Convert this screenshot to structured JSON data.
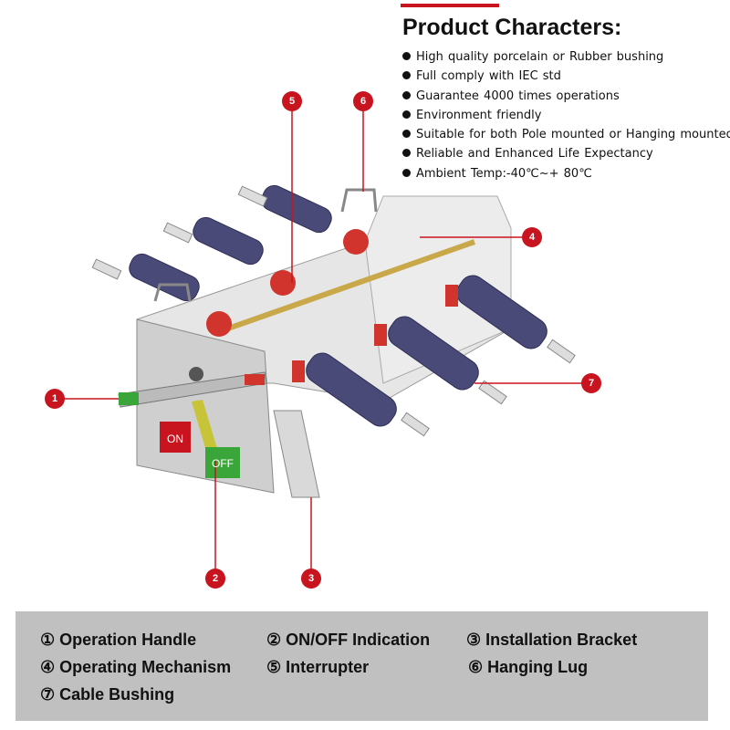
{
  "characteristics": {
    "title": "Product Characters:",
    "items": [
      "High quality porcelain or Rubber bushing",
      "Full comply with IEC std",
      "Guarantee 4000 times operations",
      "Environment  friendly",
      "Suitable for both Pole mounted or Hanging mounted",
      "Reliable and Enhanced Life Expectancy",
      "Ambient  Temp:-40℃~+ 80℃"
    ]
  },
  "diagram": {
    "indicator_on": "ON",
    "indicator_off": "OFF",
    "callouts": [
      "1",
      "2",
      "3",
      "4",
      "5",
      "6",
      "7"
    ],
    "colors": {
      "callout": "#c8141e",
      "bushing": "#4a4a78",
      "frame": "#d8d8d8",
      "on": "#c8141e",
      "off": "#3aa63a"
    }
  },
  "legend": {
    "items": [
      "① Operation Handle",
      "② ON/OFF Indication",
      "③ Installation Bracket",
      "④ Operating Mechanism",
      "⑤ Interrupter",
      "⑥ Hanging Lug",
      "⑦ Cable Bushing"
    ]
  }
}
